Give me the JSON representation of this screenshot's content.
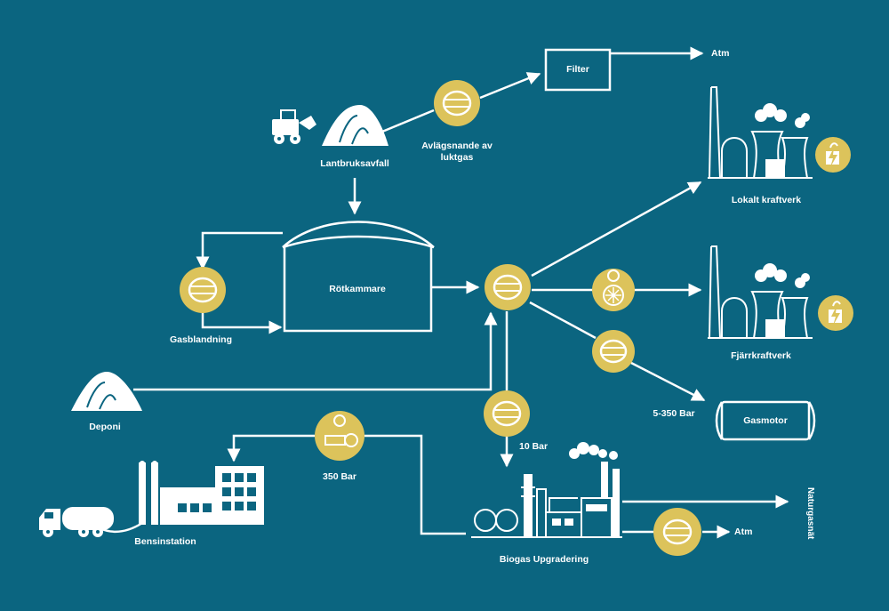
{
  "colors": {
    "background": "#0b6580",
    "line": "#ffffff",
    "valve": "#dcc35b",
    "valve_stroke": "#ffffff"
  },
  "nodes": {
    "lantbruksavfall": "Lantbruksavfall",
    "avlagsnande": "Avlägsnande av luktgas",
    "filter": "Filter",
    "atm_top": "Atm",
    "rotkammare": "Rötkammare",
    "gasblandning": "Gasblandning",
    "deponi": "Deponi",
    "lokalt_kraftverk": "Lokalt kraftverk",
    "fjarrkraftverk": "Fjärrkraftverk",
    "pressure_5_350": "5-350 Bar",
    "gasmotor": "Gasmotor",
    "pressure_10": "10 Bar",
    "pressure_350": "350 Bar",
    "bensinstation": "Bensinstation",
    "biogas_upgradering": "Biogas Upgradering",
    "atm_bottom": "Atm",
    "naturgasnat": "Naturgasnät"
  },
  "icons": [
    "tractor-icon",
    "waste-pile-icon",
    "valve-icon",
    "power-plant-icon",
    "lightning-badge-icon",
    "fuel-truck-icon",
    "gas-station-icon",
    "refinery-icon",
    "gas-engine-icon",
    "filter-box-icon"
  ]
}
